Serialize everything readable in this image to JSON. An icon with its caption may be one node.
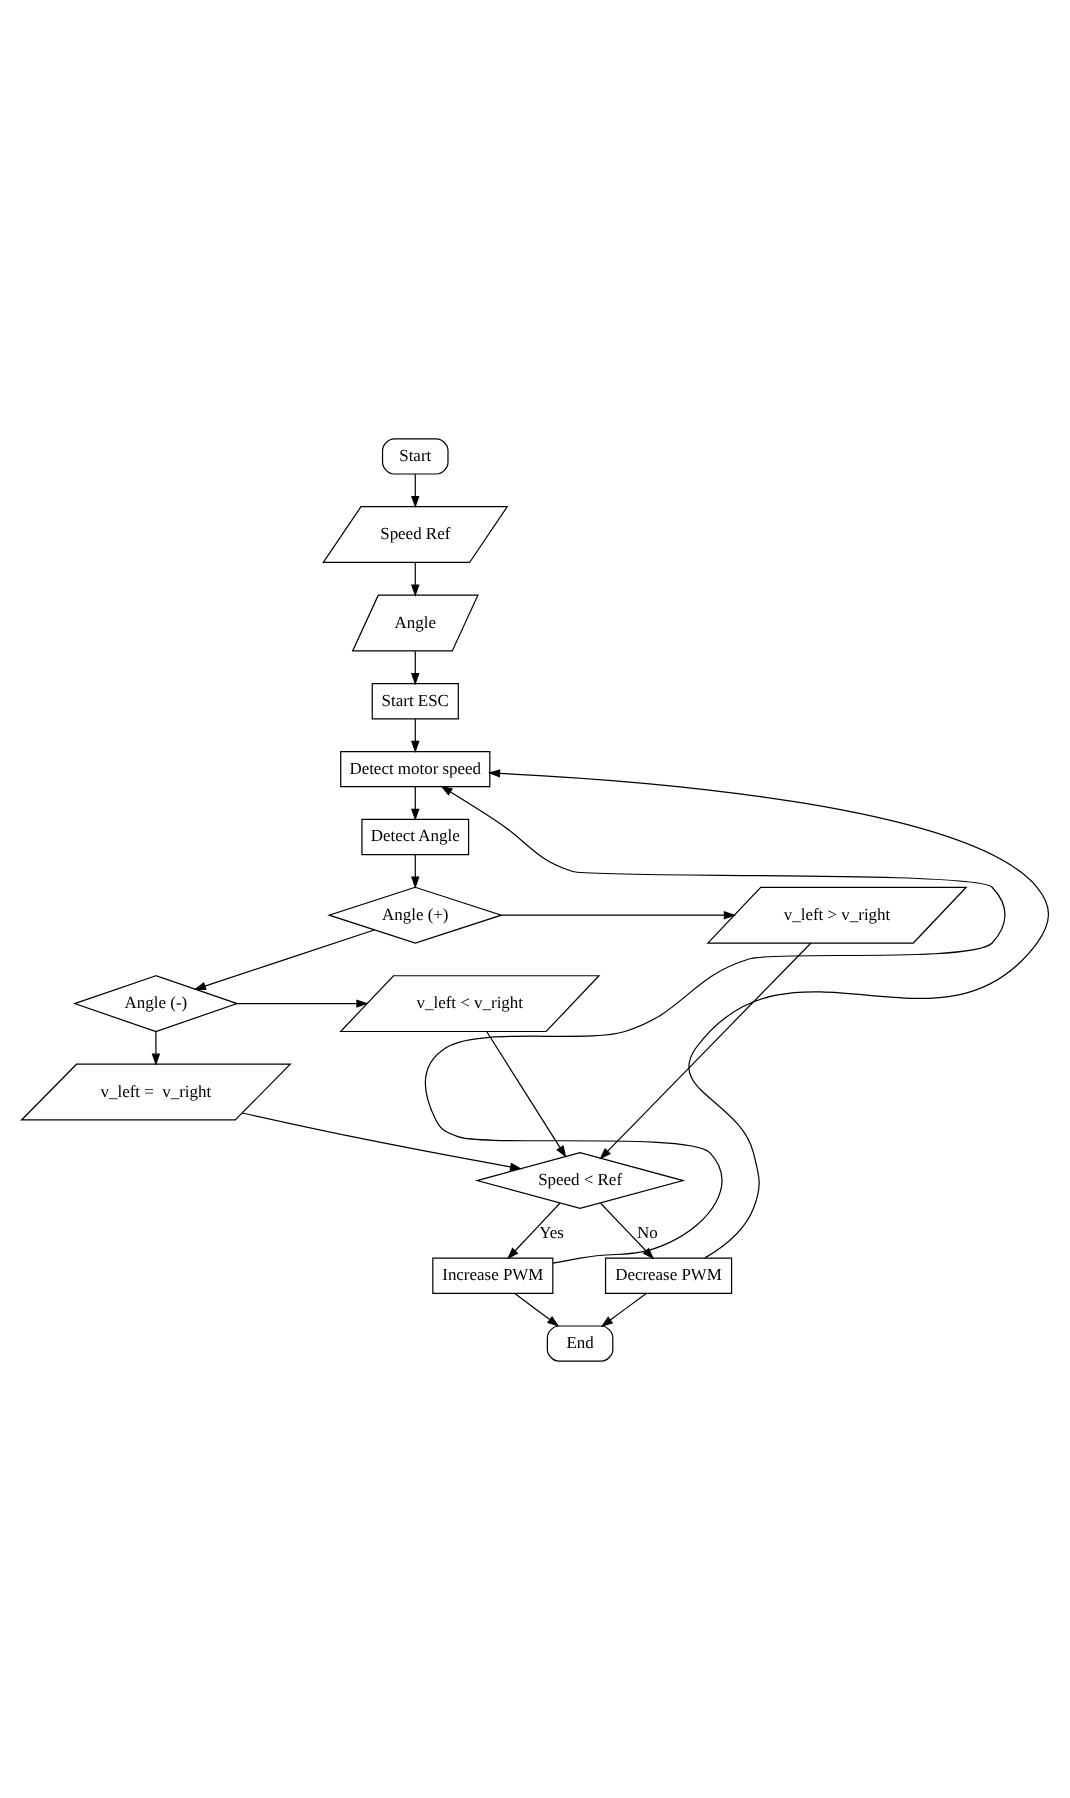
{
  "diagram": {
    "nodes": [
      {
        "text": [
          "Start"
        ]
      },
      {
        "text": [
          "Speed Ref"
        ]
      },
      {
        "text": [
          "Angle"
        ]
      },
      {
        "text": [
          "Start ESC"
        ]
      },
      {
        "text": [
          "Detect motor speed"
        ]
      },
      {
        "text": [
          "Detect Angle"
        ]
      },
      {
        "text": [
          "Angle (+)"
        ]
      },
      {
        "text": [
          "v_left > v_right"
        ]
      },
      {
        "text": [
          "Angle (-)"
        ]
      },
      {
        "text": [
          "v_left < v_right"
        ]
      },
      {
        "text": [
          "v_left =  v_right"
        ]
      },
      {
        "text": [
          "Speed < Ref"
        ]
      },
      {
        "text": [
          "Increase PWM"
        ]
      },
      {
        "text": [
          "Decrease PWM"
        ]
      },
      {
        "text": [
          "End"
        ]
      }
    ],
    "edges": [
      {
        "from": 0,
        "to": 1,
        "arrow": "to"
      },
      {
        "from": 1,
        "to": 2,
        "arrow": "to"
      },
      {
        "from": 2,
        "to": 3,
        "arrow": "to"
      },
      {
        "from": 3,
        "to": 4,
        "arrow": "to"
      },
      {
        "from": 4,
        "to": 5,
        "arrow": "to"
      },
      {
        "from": 5,
        "to": 6,
        "arrow": "to"
      },
      {
        "from": 6,
        "to": 7,
        "arrow": "to"
      },
      {
        "from": 6,
        "to": 8,
        "arrow": "to"
      },
      {
        "from": 8,
        "to": 9,
        "arrow": "to"
      },
      {
        "from": 8,
        "to": 10,
        "arrow": "to"
      },
      {
        "from": 7,
        "to": 11,
        "arrow": "to"
      },
      {
        "from": 9,
        "to": 11,
        "arrow": "to"
      },
      {
        "from": 10,
        "to": 11,
        "arrow": "to"
      },
      {
        "from": 11,
        "to": 13,
        "label": "No",
        "arrow": "to"
      },
      {
        "from": 11,
        "to": 12,
        "label": "Yes",
        "arrow": "to"
      },
      {
        "from": 12,
        "to": 4,
        "arrow": "to"
      },
      {
        "from": 13,
        "to": 4,
        "arrow": "to"
      },
      {
        "from": 12,
        "to": 14,
        "arrow": "to"
      },
      {
        "from": 13,
        "to": 14,
        "arrow": "to"
      }
    ]
  }
}
